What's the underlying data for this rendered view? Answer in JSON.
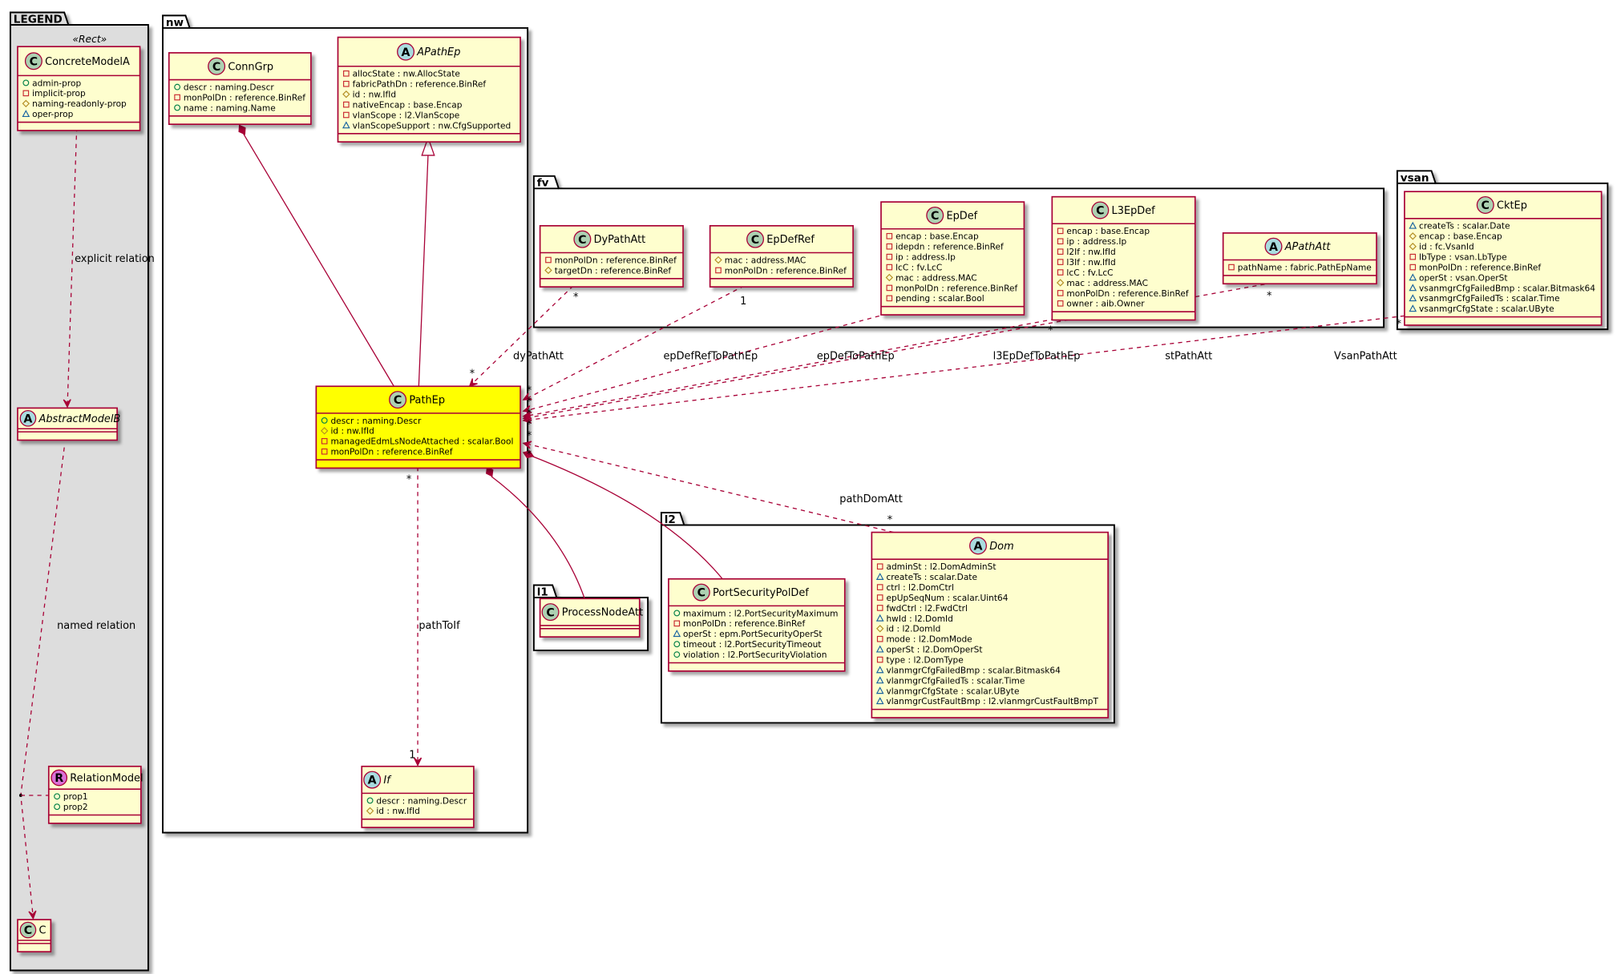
{
  "colors": {
    "class_fill": "#FEFECE",
    "highlight_fill": "#FFFF00",
    "border": "#A80036",
    "legend_bg": "#DDDDDD",
    "circle_C": "#ADD1B2",
    "circle_A": "#A9DCDF",
    "circle_R": "#DA70D6",
    "vis_public": "#038048",
    "vis_private": "#C82930",
    "vis_protected": "#B38D22",
    "vis_package": "#1963A0"
  },
  "packages": [
    {
      "id": "legend",
      "name": "LEGEND",
      "stereotype": "«Rect»"
    },
    {
      "id": "nw",
      "name": "nw"
    },
    {
      "id": "fv",
      "name": "fv"
    },
    {
      "id": "vsan",
      "name": "vsan"
    },
    {
      "id": "l2",
      "name": "l2"
    },
    {
      "id": "l1",
      "name": "l1"
    }
  ],
  "classes": [
    {
      "id": "ConcreteModelA",
      "kind": "C",
      "name": "ConcreteModelA",
      "attrs": [
        [
          "+",
          "admin-prop"
        ],
        [
          "-",
          "implicit-prop"
        ],
        [
          "#",
          "naming-readonly-prop"
        ],
        [
          "~",
          "oper-prop"
        ]
      ]
    },
    {
      "id": "AbstractModelB",
      "kind": "A",
      "name": "AbstractModelB",
      "attrs": []
    },
    {
      "id": "RelationModel",
      "kind": "R",
      "name": "RelationModel",
      "attrs": [
        [
          "+",
          "prop1"
        ],
        [
          "+",
          "prop2"
        ]
      ]
    },
    {
      "id": "C",
      "kind": "C",
      "name": "C",
      "attrs": []
    },
    {
      "id": "ConnGrp",
      "kind": "C",
      "name": "ConnGrp",
      "attrs": [
        [
          "+",
          "descr : naming.Descr"
        ],
        [
          "-",
          "monPolDn : reference.BinRef"
        ],
        [
          "+",
          "name : naming.Name"
        ]
      ]
    },
    {
      "id": "APathEp",
      "kind": "A",
      "name": "APathEp",
      "attrs": [
        [
          "-",
          "allocState : nw.AllocState"
        ],
        [
          "-",
          "fabricPathDn : reference.BinRef"
        ],
        [
          "#",
          "id : nw.IfId"
        ],
        [
          "-",
          "nativeEncap : base.Encap"
        ],
        [
          "-",
          "vlanScope : l2.VlanScope"
        ],
        [
          "~",
          "vlanScopeSupport : nw.CfgSupported"
        ]
      ]
    },
    {
      "id": "PathEp",
      "kind": "C",
      "name": "PathEp",
      "highlight": true,
      "attrs": [
        [
          "+",
          "descr : naming.Descr"
        ],
        [
          "#",
          "id : nw.IfId"
        ],
        [
          "-",
          "managedEdmLsNodeAttached : scalar.Bool"
        ],
        [
          "-",
          "monPolDn : reference.BinRef"
        ]
      ]
    },
    {
      "id": "If",
      "kind": "A",
      "name": "If",
      "attrs": [
        [
          "+",
          "descr : naming.Descr"
        ],
        [
          "#",
          "id : nw.IfId"
        ]
      ]
    },
    {
      "id": "DyPathAtt",
      "kind": "C",
      "name": "DyPathAtt",
      "attrs": [
        [
          "-",
          "monPolDn : reference.BinRef"
        ],
        [
          "#",
          "targetDn : reference.BinRef"
        ]
      ]
    },
    {
      "id": "EpDefRef",
      "kind": "C",
      "name": "EpDefRef",
      "attrs": [
        [
          "#",
          "mac : address.MAC"
        ],
        [
          "-",
          "monPolDn : reference.BinRef"
        ]
      ]
    },
    {
      "id": "EpDef",
      "kind": "C",
      "name": "EpDef",
      "attrs": [
        [
          "-",
          "encap : base.Encap"
        ],
        [
          "-",
          "idepdn : reference.BinRef"
        ],
        [
          "-",
          "ip : address.Ip"
        ],
        [
          "-",
          "lcC : fv.LcC"
        ],
        [
          "#",
          "mac : address.MAC"
        ],
        [
          "-",
          "monPolDn : reference.BinRef"
        ],
        [
          "-",
          "pending : scalar.Bool"
        ]
      ]
    },
    {
      "id": "L3EpDef",
      "kind": "C",
      "name": "L3EpDef",
      "attrs": [
        [
          "-",
          "encap : base.Encap"
        ],
        [
          "-",
          "ip : address.Ip"
        ],
        [
          "-",
          "l2If : nw.IfId"
        ],
        [
          "-",
          "l3If : nw.IfId"
        ],
        [
          "-",
          "lcC : fv.LcC"
        ],
        [
          "#",
          "mac : address.MAC"
        ],
        [
          "-",
          "monPolDn : reference.BinRef"
        ],
        [
          "-",
          "owner : aib.Owner"
        ]
      ]
    },
    {
      "id": "APathAtt",
      "kind": "A",
      "name": "APathAtt",
      "attrs": [
        [
          "-",
          "pathName : fabric.PathEpName"
        ]
      ]
    },
    {
      "id": "CktEp",
      "kind": "C",
      "name": "CktEp",
      "attrs": [
        [
          "~",
          "createTs : scalar.Date"
        ],
        [
          "#",
          "encap : base.Encap"
        ],
        [
          "#",
          "id : fc.VsanId"
        ],
        [
          "-",
          "lbType : vsan.LbType"
        ],
        [
          "-",
          "monPolDn : reference.BinRef"
        ],
        [
          "~",
          "operSt : vsan.OperSt"
        ],
        [
          "~",
          "vsanmgrCfgFailedBmp : scalar.Bitmask64"
        ],
        [
          "~",
          "vsanmgrCfgFailedTs : scalar.Time"
        ],
        [
          "~",
          "vsanmgrCfgState : scalar.UByte"
        ]
      ]
    },
    {
      "id": "PortSecurityPolDef",
      "kind": "C",
      "name": "PortSecurityPolDef",
      "attrs": [
        [
          "+",
          "maximum : l2.PortSecurityMaximum"
        ],
        [
          "-",
          "monPolDn : reference.BinRef"
        ],
        [
          "~",
          "operSt : epm.PortSecurityOperSt"
        ],
        [
          "+",
          "timeout : l2.PortSecurityTimeout"
        ],
        [
          "+",
          "violation : l2.PortSecurityViolation"
        ]
      ]
    },
    {
      "id": "Dom",
      "kind": "A",
      "name": "Dom",
      "attrs": [
        [
          "-",
          "adminSt : l2.DomAdminSt"
        ],
        [
          "~",
          "createTs : scalar.Date"
        ],
        [
          "-",
          "ctrl : l2.DomCtrl"
        ],
        [
          "-",
          "epUpSeqNum : scalar.Uint64"
        ],
        [
          "-",
          "fwdCtrl : l2.FwdCtrl"
        ],
        [
          "~",
          "hwId : l2.DomId"
        ],
        [
          "#",
          "id : l2.DomId"
        ],
        [
          "-",
          "mode : l2.DomMode"
        ],
        [
          "~",
          "operSt : l2.DomOperSt"
        ],
        [
          "-",
          "type : l2.DomType"
        ],
        [
          "~",
          "vlanmgrCfgFailedBmp : scalar.Bitmask64"
        ],
        [
          "~",
          "vlanmgrCfgFailedTs : scalar.Time"
        ],
        [
          "~",
          "vlanmgrCfgState : scalar.UByte"
        ],
        [
          "~",
          "vlanmgrCustFaultBmp : l2.vlanmgrCustFaultBmpT"
        ]
      ]
    },
    {
      "id": "ProcessNodeAtt",
      "kind": "C",
      "name": "ProcessNodeAtt",
      "attrs": []
    }
  ],
  "edges": [
    {
      "id": "explicit",
      "label": "explicit relation"
    },
    {
      "id": "named",
      "label": "named relation"
    },
    {
      "id": "conngrp",
      "label": ""
    },
    {
      "id": "inherit",
      "label": ""
    },
    {
      "id": "dy",
      "label": "dyPathAtt",
      "from_mult": "*",
      "to_mult": "*"
    },
    {
      "id": "epdefref",
      "label": "epDefRefToPathEp",
      "from_mult": "1",
      "to_mult": "*"
    },
    {
      "id": "epdef",
      "label": "epDefToPathEp",
      "to_mult": "*"
    },
    {
      "id": "l3epdef",
      "label": "l3EpDefToPathEp",
      "from_mult": "*",
      "to_mult": "*"
    },
    {
      "id": "st",
      "label": "stPathAtt",
      "from_mult": "*",
      "to_mult": "*"
    },
    {
      "id": "vsan",
      "label": "VsanPathAtt",
      "from_mult": "*",
      "to_mult": "*"
    },
    {
      "id": "dom",
      "label": "pathDomAtt",
      "from_mult": "*",
      "to_mult": "*"
    },
    {
      "id": "portsec",
      "label": ""
    },
    {
      "id": "procnode",
      "label": ""
    },
    {
      "id": "pathtoif",
      "label": "pathToIf",
      "from_mult": "*",
      "to_mult": "1"
    }
  ]
}
